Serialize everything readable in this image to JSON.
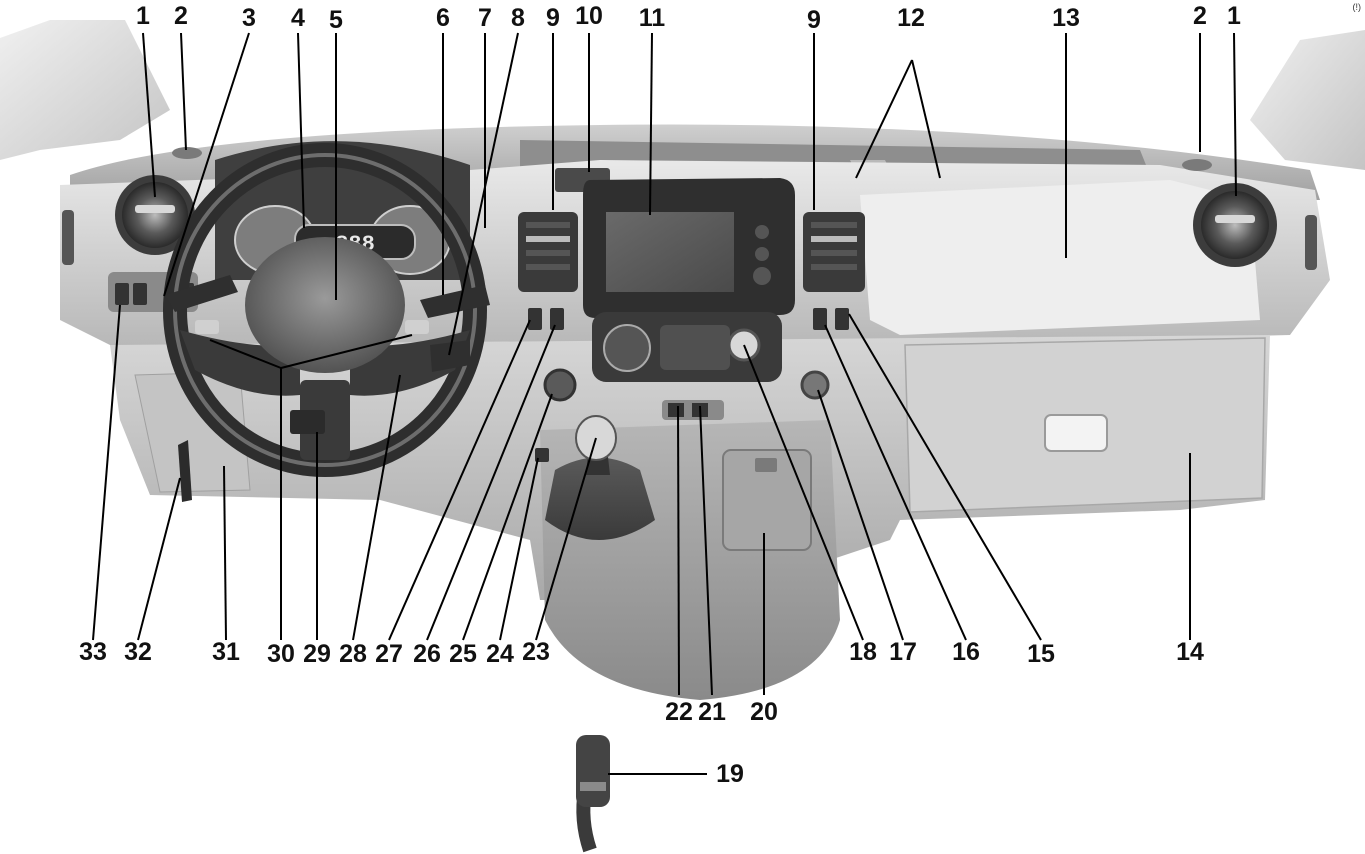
{
  "figure": {
    "corner_mark": "(!)"
  },
  "callouts": {
    "top": [
      {
        "key": "c1l",
        "label": "1"
      },
      {
        "key": "c2l",
        "label": "2"
      },
      {
        "key": "c3",
        "label": "3"
      },
      {
        "key": "c4",
        "label": "4"
      },
      {
        "key": "c5",
        "label": "5"
      },
      {
        "key": "c6",
        "label": "6"
      },
      {
        "key": "c7",
        "label": "7"
      },
      {
        "key": "c8",
        "label": "8"
      },
      {
        "key": "c9l",
        "label": "9"
      },
      {
        "key": "c10",
        "label": "10"
      },
      {
        "key": "c11",
        "label": "11"
      },
      {
        "key": "c9r",
        "label": "9"
      },
      {
        "key": "c12",
        "label": "12"
      },
      {
        "key": "c13",
        "label": "13"
      },
      {
        "key": "c2r",
        "label": "2"
      },
      {
        "key": "c1r",
        "label": "1"
      }
    ],
    "bottom": [
      {
        "key": "c33",
        "label": "33"
      },
      {
        "key": "c32",
        "label": "32"
      },
      {
        "key": "c31",
        "label": "31"
      },
      {
        "key": "c30",
        "label": "30"
      },
      {
        "key": "c29",
        "label": "29"
      },
      {
        "key": "c28",
        "label": "28"
      },
      {
        "key": "c27",
        "label": "27"
      },
      {
        "key": "c26",
        "label": "26"
      },
      {
        "key": "c25",
        "label": "25"
      },
      {
        "key": "c24",
        "label": "24"
      },
      {
        "key": "c23",
        "label": "23"
      },
      {
        "key": "c18",
        "label": "18"
      },
      {
        "key": "c17",
        "label": "17"
      },
      {
        "key": "c16",
        "label": "16"
      },
      {
        "key": "c15",
        "label": "15"
      },
      {
        "key": "c14",
        "label": "14"
      },
      {
        "key": "c22",
        "label": "22"
      },
      {
        "key": "c21",
        "label": "21"
      },
      {
        "key": "c20",
        "label": "20"
      },
      {
        "key": "c19",
        "label": "19"
      }
    ]
  },
  "cluster_display": "888"
}
